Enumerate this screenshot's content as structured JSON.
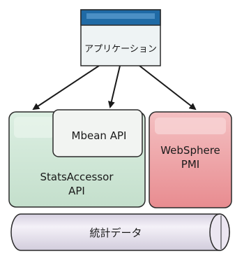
{
  "diagram": {
    "application": {
      "label": "アプリケーション"
    },
    "stats_accessor": {
      "label_line1": "StatsAccessor",
      "label_line2": "API"
    },
    "mbean": {
      "label": "Mbean API"
    },
    "websphere_pmi": {
      "label_line1": "WebSphere",
      "label_line2": "PMI"
    },
    "stats_data": {
      "label": "統計データ"
    },
    "colors": {
      "window_title_bar": "#1f6aa5",
      "window_body": "#eef3f4",
      "stats_accessor_fill": "#cfe5d6",
      "mbean_fill": "#f2f4f2",
      "pmi_fill": "#eb9c9f",
      "cylinder_fill": "#e4dfeb",
      "arrow": "#1a1a1a"
    }
  }
}
